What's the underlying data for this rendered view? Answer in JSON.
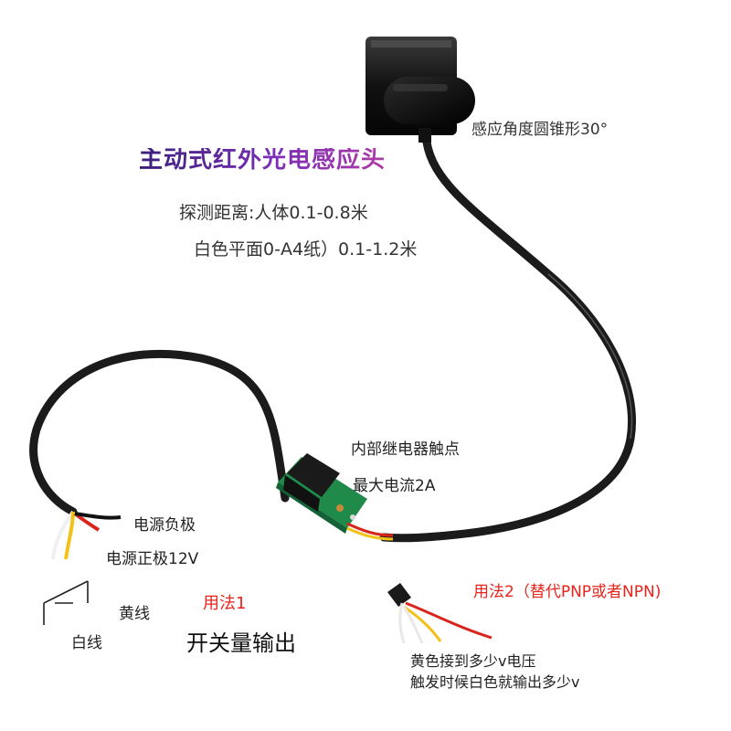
{
  "colors": {
    "cable": "#1b1b1b",
    "board": "#1f8a4a",
    "relay": "#1a1a1a",
    "wire_red": "#d8261d",
    "wire_yellow": "#f2c21b",
    "wire_white": "#f0f0f0",
    "wire_black": "#111111",
    "accent_red": "#e8231c",
    "title_purple": "#6a2aa8"
  },
  "labels": {
    "title": "主动式红外光电感应头",
    "detection_range_body": "探测距离:人体0.1-0.8米",
    "detection_range_paper": "白色平面0-A4纸）0.1-1.2米",
    "sensor_angle": "感应角度圆锥形30°",
    "relay_contact": "内部继电器触点",
    "max_current": "最大电流2A",
    "power_negative": "电源负极",
    "power_positive": "电源正极12V",
    "yellow_wire": "黄线",
    "white_wire": "白线",
    "usage_1": "用法1",
    "switch_output": "开关量输出",
    "usage_2": "用法2（替代PNP或者NPN)",
    "usage_2_line1": "黄色接到多少v电压",
    "usage_2_line2": "触发时候白色就输出多少v"
  }
}
